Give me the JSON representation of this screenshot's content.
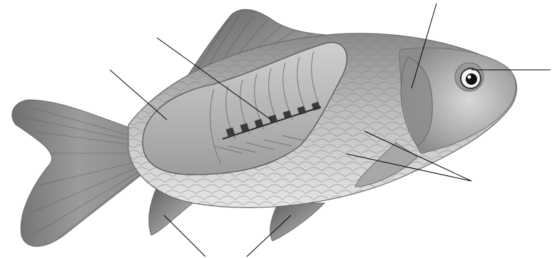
{
  "diagram": {
    "subject": "fish-anatomy-with-dissected-body-wall",
    "style": "grayscale illustration",
    "labels": [],
    "pointer_lines": [
      {
        "id": "operculum",
        "target": "gill-cover"
      },
      {
        "id": "eye",
        "target": "eye"
      },
      {
        "id": "scales-upper",
        "target": "scales"
      },
      {
        "id": "scales-lower",
        "target": "scales"
      },
      {
        "id": "muscle",
        "target": "muscle-blocks"
      },
      {
        "id": "vertebral-column",
        "target": "vertebrae"
      },
      {
        "id": "pelvic-fin",
        "target": "pelvic-fin"
      },
      {
        "id": "anal-fin",
        "target": "anal-fin"
      }
    ]
  }
}
